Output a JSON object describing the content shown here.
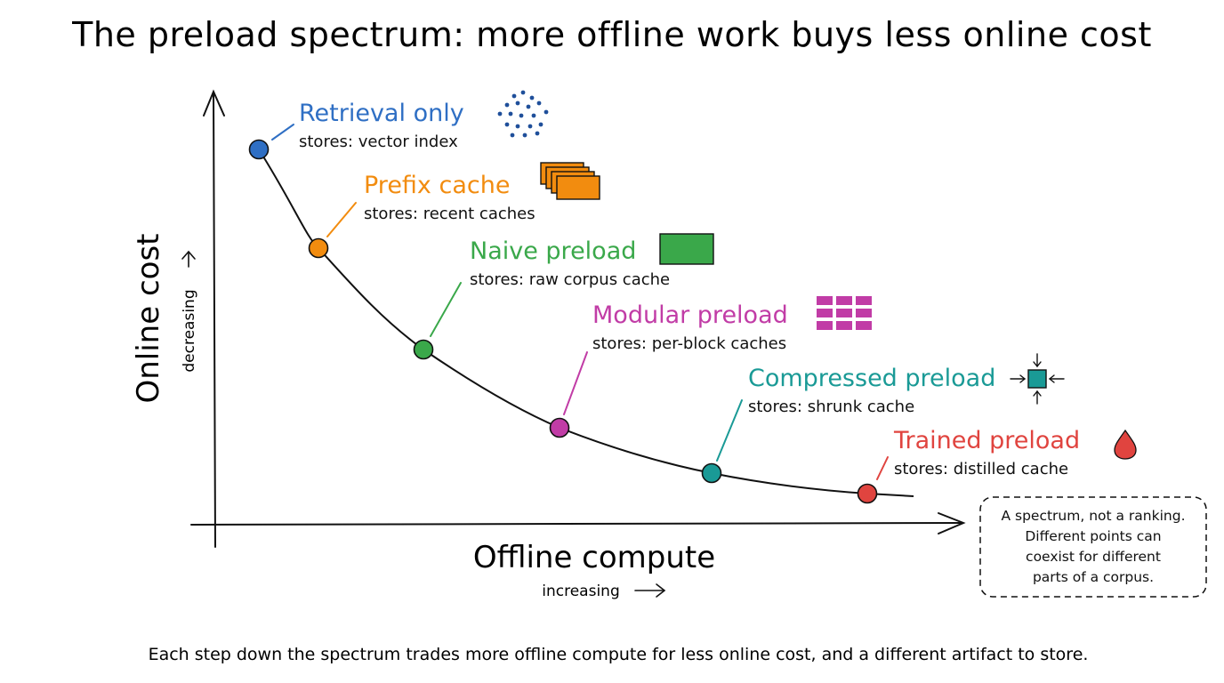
{
  "title": "The preload spectrum: more offline work buys less online cost",
  "axes": {
    "y_title": "Online cost",
    "y_hint": "decreasing",
    "x_title": "Offline compute",
    "x_hint": "increasing"
  },
  "stages": [
    {
      "name": "Retrieval only",
      "store": "stores: vector index",
      "color": "#2f6fc4",
      "icon": "dot-cloud-icon"
    },
    {
      "name": "Prefix cache",
      "store": "stores: recent caches",
      "color": "#f28c0f",
      "icon": "stacked-cards-icon"
    },
    {
      "name": "Naive preload",
      "store": "stores: raw corpus cache",
      "color": "#3aa84a",
      "icon": "solid-block-icon"
    },
    {
      "name": "Modular preload",
      "store": "stores: per-block caches",
      "color": "#c13ca6",
      "icon": "block-grid-icon"
    },
    {
      "name": "Compressed preload",
      "store": "stores: shrunk cache",
      "color": "#1a9a96",
      "icon": "compressed-square-icon"
    },
    {
      "name": "Trained preload",
      "store": "stores: distilled cache",
      "color": "#e0443f",
      "icon": "droplet-icon"
    }
  ],
  "note": [
    "A spectrum, not a ranking.",
    "Different points can",
    "coexist for different",
    "parts of a corpus."
  ],
  "footer": "Each step down the spectrum trades more offline compute for less online cost, and a different artifact to store."
}
